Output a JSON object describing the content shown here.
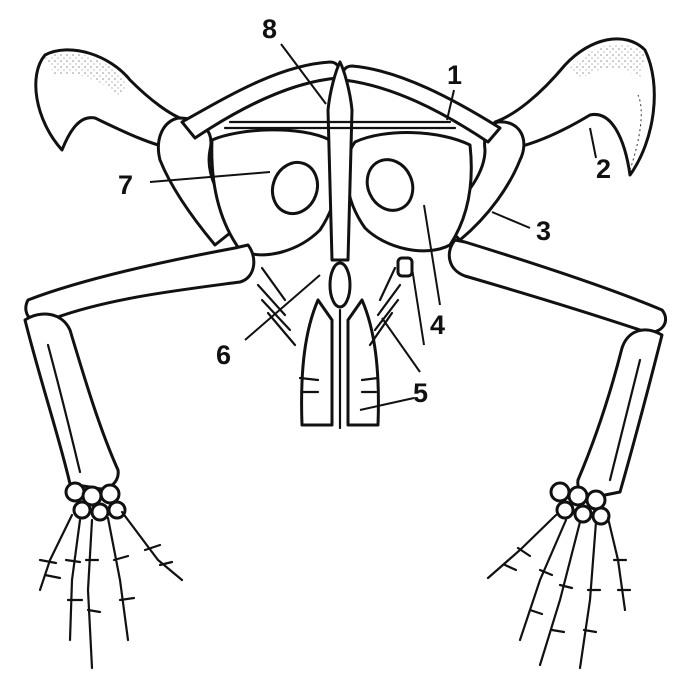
{
  "diagram": {
    "labels": [
      {
        "id": "label-1",
        "text": "1"
      },
      {
        "id": "label-2",
        "text": "2"
      },
      {
        "id": "label-3",
        "text": "3"
      },
      {
        "id": "label-4",
        "text": "4"
      },
      {
        "id": "label-5",
        "text": "5"
      },
      {
        "id": "label-6",
        "text": "6"
      },
      {
        "id": "label-7",
        "text": "7"
      },
      {
        "id": "label-8",
        "text": "8"
      }
    ]
  }
}
